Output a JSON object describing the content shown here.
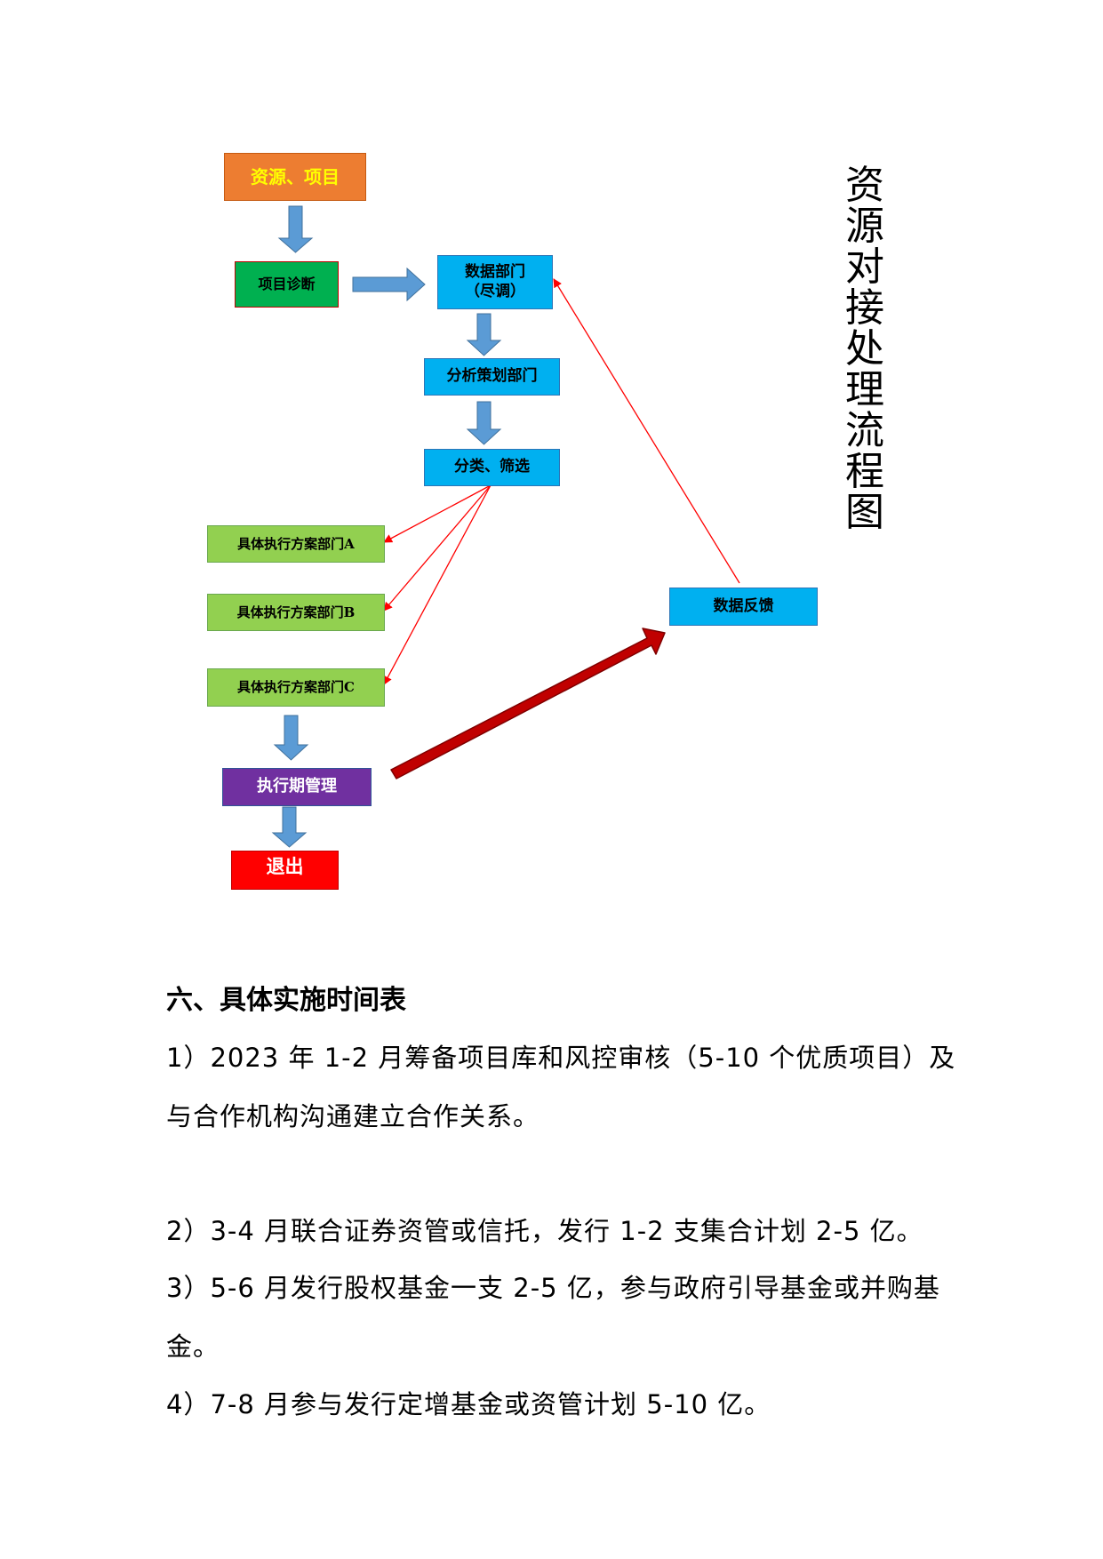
{
  "flowchart": {
    "title": "资源对接处理流程图",
    "nodes": {
      "resources": "资源、项目",
      "diagnosis": "项目诊断",
      "data_dept_line1": "数据部门",
      "data_dept_line2": "（尽调）",
      "analysis": "分析策划部门",
      "classify": "分类、筛选",
      "exec_a": "具体执行方案部门A",
      "exec_b": "具体执行方案部门B",
      "exec_c": "具体执行方案部门C",
      "feedback": "数据反馈",
      "execution_mgmt": "执行期管理",
      "exit": "退出"
    },
    "colors": {
      "orange": "#ed7d31",
      "yellow_text": "#ffff00",
      "dark_green": "#00b050",
      "blue": "#00b0f0",
      "light_green": "#92d050",
      "purple": "#7030a0",
      "red": "#ff0000",
      "arrow_blue": "#5b9bd5",
      "arrow_dark_red": "#c00000"
    }
  },
  "section": {
    "heading": "六、具体实施时间表",
    "items": [
      "1）2023 年 1-2 月筹备项目库和风控审核（5-10 个优质项目）及与合作机构沟通建立合作关系。",
      "2）3-4 月联合证券资管或信托，发行 1-2 支集合计划 2-5 亿。",
      "3）5-6 月发行股权基金一支 2-5 亿，参与政府引导基金或并购基金。",
      "4）7-8 月参与发行定增基金或资管计划 5-10 亿。"
    ]
  }
}
